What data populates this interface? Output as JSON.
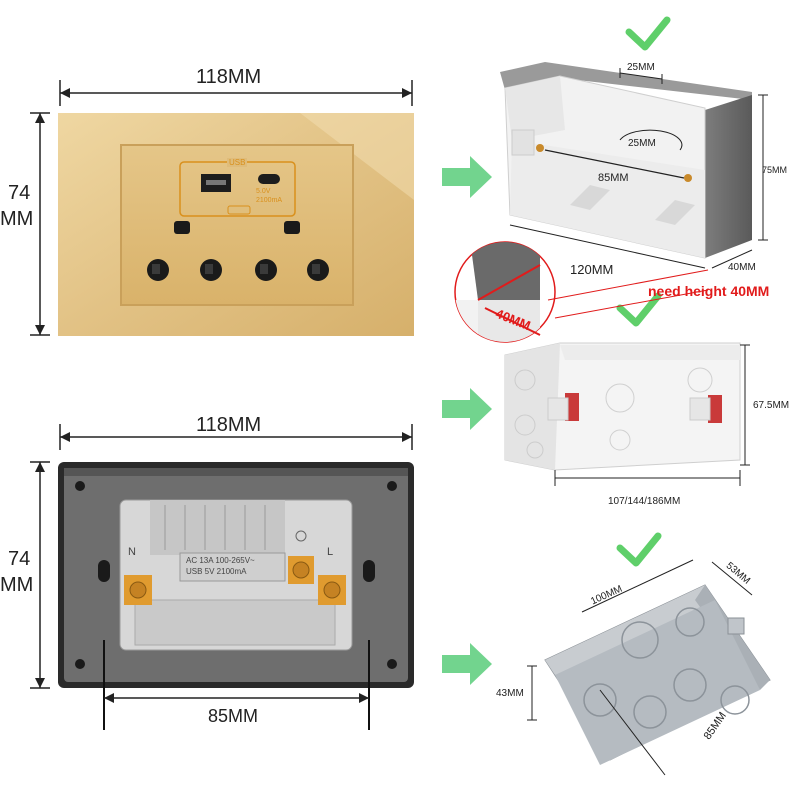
{
  "top_panel": {
    "width_label": "118MM",
    "height_label_num": "74",
    "height_label_unit": "MM",
    "usb_label": "USB",
    "usb_spec_line1": "5.0V",
    "usb_spec_line2": "2100mA"
  },
  "box1": {
    "top_label": "25MM",
    "inner_label": "25MM",
    "span_label": "85MM",
    "height_label": "75MM",
    "length_label": "120MM",
    "depth_label": "40MM",
    "note": "need  height 40MM",
    "zoom_label": "40MM"
  },
  "bottom_panel": {
    "width_label": "118MM",
    "height_label_num": "74",
    "height_label_unit": "MM",
    "span_label": "85MM",
    "terminal_n": "N",
    "terminal_l": "L",
    "spec_line1": "AC 13A 100-265V~",
    "spec_line2": "USB 5V 2100mA"
  },
  "box2": {
    "height_label": "67.5MM",
    "length_label": "107/144/186MM"
  },
  "box3": {
    "length_label": "100MM",
    "width_label": "53MM",
    "height_label": "43MM",
    "span_label": "85MM"
  },
  "colors": {
    "check": "#5fcf6a",
    "arrow": "#6fd38a",
    "gold_frame": "#e7c98d",
    "gold_inner": "#dcb46a",
    "dark_plate": "#2d2d2d",
    "gray_plate": "#6f6f6f",
    "red": "#e11b1b"
  }
}
